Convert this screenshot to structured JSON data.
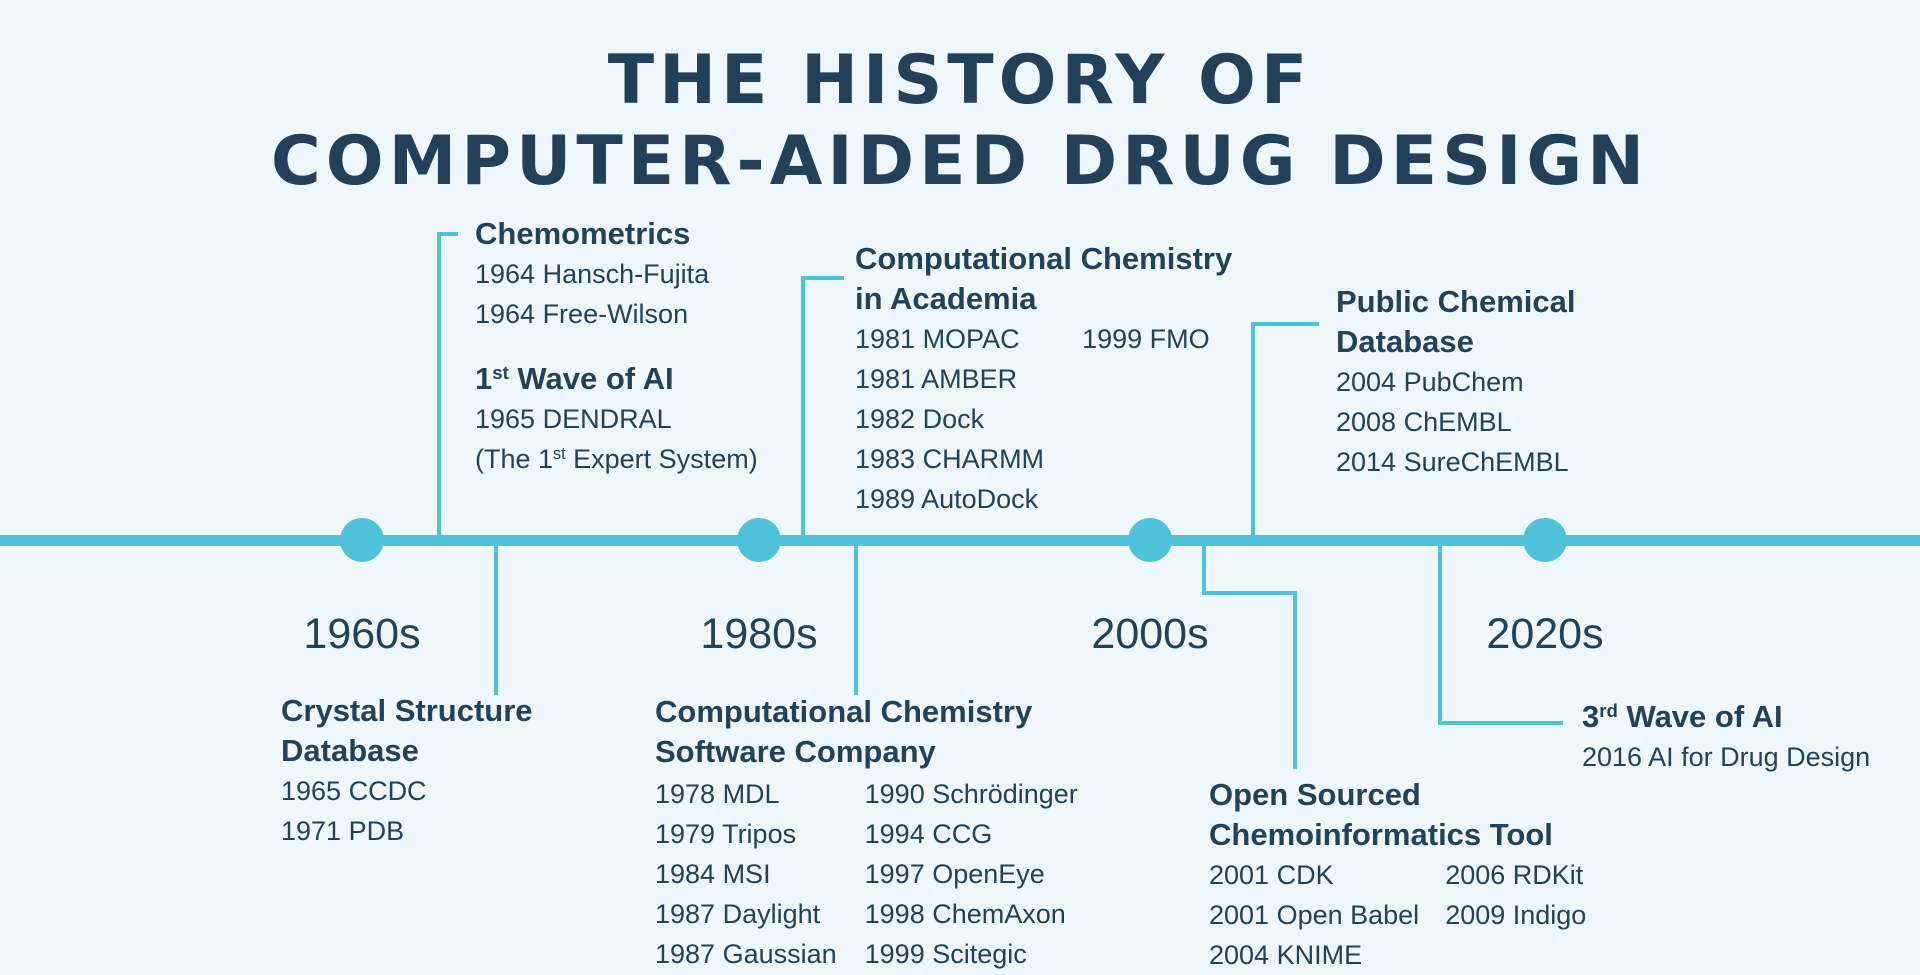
{
  "title": {
    "line1": "THE HISTORY OF",
    "line2": "COMPUTER-AIDED DRUG DESIGN"
  },
  "decades": [
    "1960s",
    "1980s",
    "2000s",
    "2020s"
  ],
  "colors": {
    "line": "#4ec2d9",
    "text": "#23425a",
    "background": "#eef7fc"
  },
  "above": {
    "chemometrics": {
      "heading": "Chemometrics",
      "items": [
        "1964 Hansch-Fujita",
        "1964 Free-Wilson"
      ]
    },
    "wave1": {
      "num": "1",
      "sup": "st",
      "rest": " Wave of AI",
      "item1": "1965 DENDRAL",
      "item2_pre": "(The 1",
      "item2_sup": "st",
      "item2_post": " Expert System)"
    },
    "academia": {
      "heading1": "Computational Chemistry",
      "heading2": "in Academia",
      "col1": [
        "1981 MOPAC",
        "1981 AMBER",
        "1982 Dock",
        "1983 CHARMM",
        "1989 AutoDock"
      ],
      "col2": [
        "1999 FMO"
      ]
    },
    "public_db": {
      "heading1": "Public Chemical",
      "heading2": "Database",
      "items": [
        "2004 PubChem",
        "2008 ChEMBL",
        "2014 SureChEMBL"
      ]
    }
  },
  "below": {
    "crystal": {
      "heading1": "Crystal Structure",
      "heading2": "Database",
      "items": [
        "1965 CCDC",
        "1971 PDB"
      ]
    },
    "software": {
      "heading1": "Computational Chemistry",
      "heading2": "Software Company",
      "col1": [
        "1978 MDL",
        "1979 Tripos",
        "1984 MSI",
        "1987 Daylight",
        "1987 Gaussian"
      ],
      "col2": [
        "1990 Schrödinger",
        "1994 CCG",
        "1997 OpenEye",
        "1998 ChemAxon",
        "1999 Scitegic"
      ]
    },
    "open_source": {
      "heading1": "Open Sourced",
      "heading2": "Chemoinformatics Tool",
      "col1": [
        "2001 CDK",
        "2001 Open Babel",
        "2004 KNIME"
      ],
      "col2": [
        "2006 RDKit",
        "2009 Indigo"
      ]
    },
    "wave3": {
      "num": "3",
      "sup": "rd",
      "rest": " Wave of AI",
      "items": [
        "2016 AI for Drug Design"
      ]
    }
  }
}
